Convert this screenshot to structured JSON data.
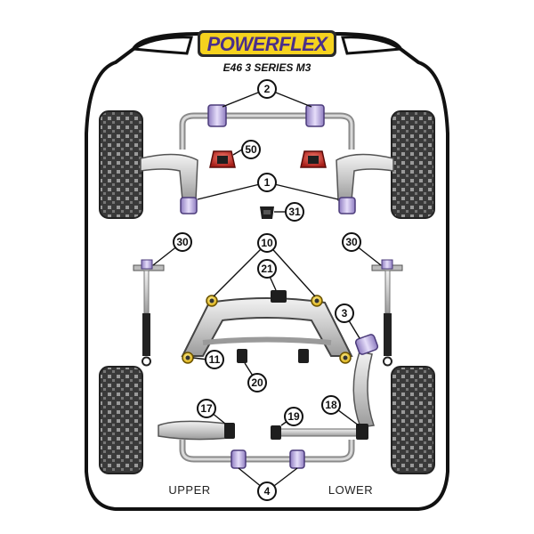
{
  "brand": {
    "logo_text": "POWERFLEX",
    "model": "E46 3 SERIES M3"
  },
  "colors": {
    "yellow": "#f5d21e",
    "purple": "#c7b8e6",
    "purple_dark": "#6d5a9c",
    "red": "#d0322a",
    "black": "#1e1e1e",
    "silver": "#d8d8d8"
  },
  "labels": {
    "upper": "UPPER",
    "lower": "LOWER"
  },
  "callouts": [
    {
      "id": "c2",
      "text": "2"
    },
    {
      "id": "c50",
      "text": "50"
    },
    {
      "id": "c1",
      "text": "1"
    },
    {
      "id": "c31",
      "text": "31"
    },
    {
      "id": "c30l",
      "text": "30"
    },
    {
      "id": "c10",
      "text": "10"
    },
    {
      "id": "c30r",
      "text": "30"
    },
    {
      "id": "c21",
      "text": "21"
    },
    {
      "id": "c3",
      "text": "3"
    },
    {
      "id": "c11",
      "text": "11"
    },
    {
      "id": "c20",
      "text": "20"
    },
    {
      "id": "c17",
      "text": "17"
    },
    {
      "id": "c19",
      "text": "19"
    },
    {
      "id": "c18",
      "text": "18"
    },
    {
      "id": "c4",
      "text": "4"
    }
  ]
}
